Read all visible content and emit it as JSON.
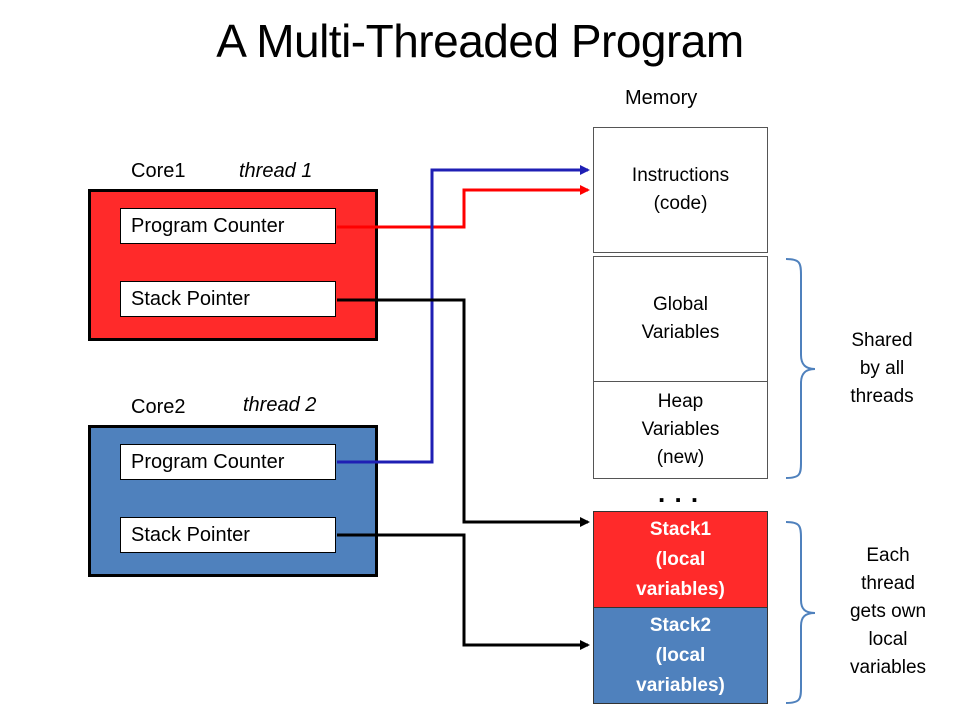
{
  "title": "A Multi-Threaded Program",
  "memory": {
    "label": "Memory",
    "instructions": [
      "Instructions",
      "(code)"
    ],
    "globals": [
      "Global",
      "Variables"
    ],
    "heap": [
      "Heap",
      "Variables",
      "(new)"
    ],
    "ellipsis": ". . .",
    "stack1": [
      "Stack1",
      "(local",
      "variables)"
    ],
    "stack2": [
      "Stack2",
      "(local",
      "variables)"
    ]
  },
  "cores": [
    {
      "label": "Core1",
      "thread": "thread 1",
      "pc": "Program Counter",
      "sp": "Stack Pointer",
      "color": "#ff2a2a"
    },
    {
      "label": "Core2",
      "thread": "thread 2",
      "pc": "Program Counter",
      "sp": "Stack Pointer",
      "color": "#4f81bd"
    }
  ],
  "notes": {
    "shared": [
      "Shared",
      "by all",
      "threads"
    ],
    "each": [
      "Each",
      "thread",
      "gets own",
      "local",
      "variables"
    ]
  },
  "colors": {
    "red_wire": "#ff0000",
    "blue_wire": "#1f1fb4",
    "black_wire": "#000000"
  }
}
